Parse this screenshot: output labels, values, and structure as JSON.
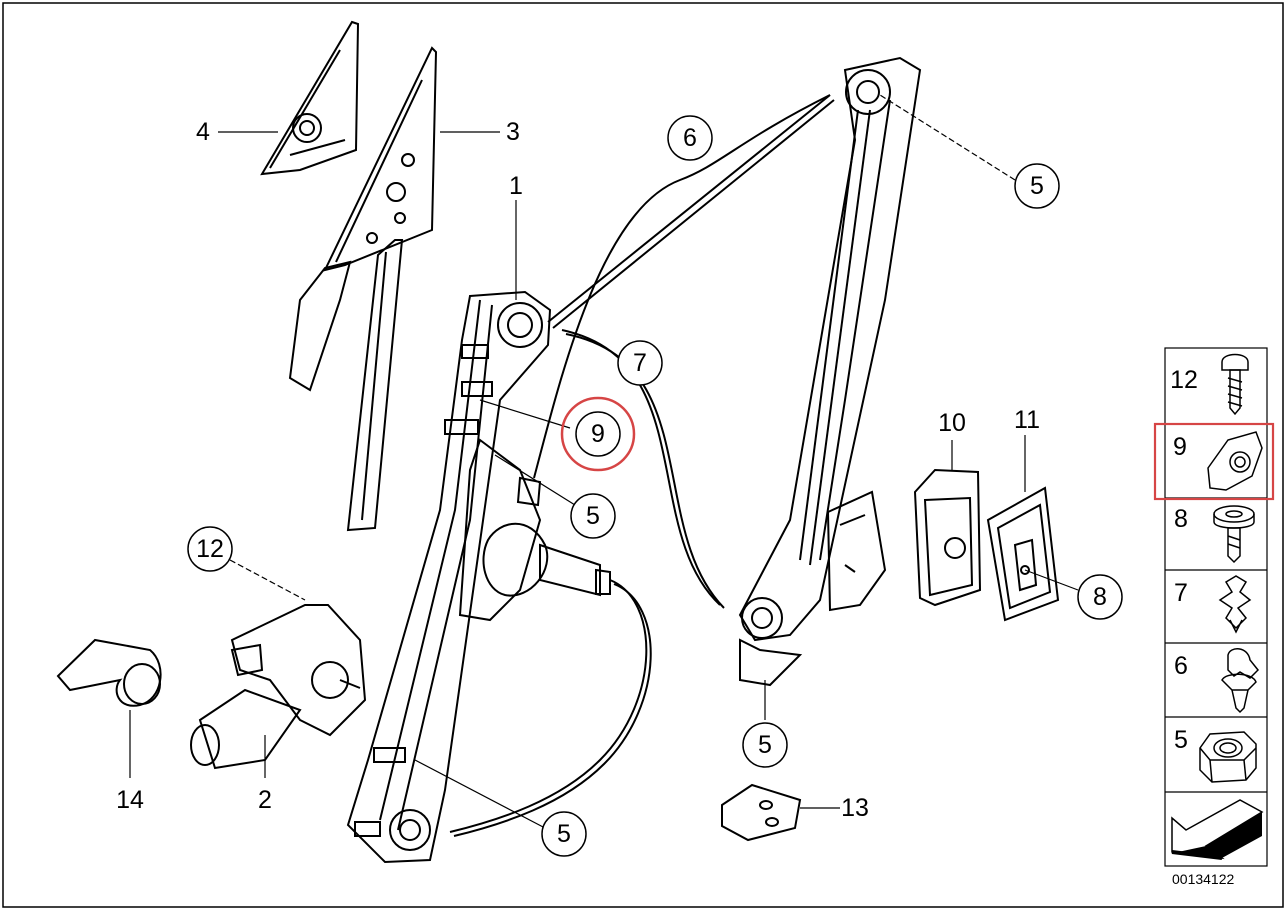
{
  "diagram": {
    "part_number": "00134122",
    "highlight_color": "#d64545",
    "labels": {
      "l1": "1",
      "l2": "2",
      "l3": "3",
      "l4": "4",
      "l10": "10",
      "l11": "11",
      "l13": "13",
      "l14": "14"
    },
    "callouts": {
      "c5a": "5",
      "c5b": "5",
      "c5c": "5",
      "c5d": "5",
      "c6": "6",
      "c7": "7",
      "c8": "8",
      "c9": "9",
      "c12": "12"
    },
    "legend": [
      {
        "num": "12",
        "icon": "screw-icon"
      },
      {
        "num": "9",
        "icon": "clip-icon",
        "highlighted": true
      },
      {
        "num": "8",
        "icon": "bolt-icon"
      },
      {
        "num": "7",
        "icon": "spreader-clip-icon"
      },
      {
        "num": "6",
        "icon": "expanding-rivet-icon"
      },
      {
        "num": "5",
        "icon": "hex-nut-icon"
      },
      {
        "num": "",
        "icon": "direction-arrow-icon"
      }
    ]
  }
}
